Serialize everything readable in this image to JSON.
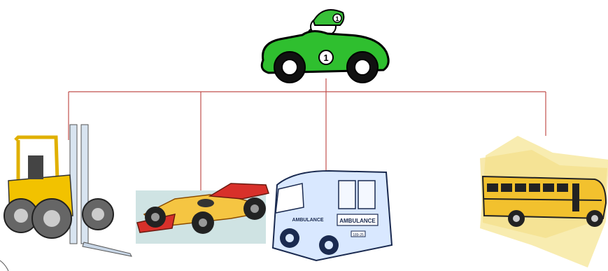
{
  "diagram": {
    "type": "hierarchy",
    "connector_color": "#c0504d",
    "root": {
      "name": "race-car-cartoon",
      "icon": "green-race-car-icon",
      "badge_number": "1",
      "body_color": "#2fbf2f"
    },
    "children": [
      {
        "name": "forklift",
        "icon": "forklift-icon",
        "color": "#f2c200"
      },
      {
        "name": "formula-race-car",
        "icon": "formula-car-icon",
        "color": "#f5c542"
      },
      {
        "name": "ambulance",
        "icon": "ambulance-icon",
        "color": "#d9e8ff",
        "label": "AMBULANCE",
        "plate": "189-25"
      },
      {
        "name": "school-bus",
        "icon": "school-bus-icon",
        "color": "#f2c12e"
      }
    ]
  }
}
